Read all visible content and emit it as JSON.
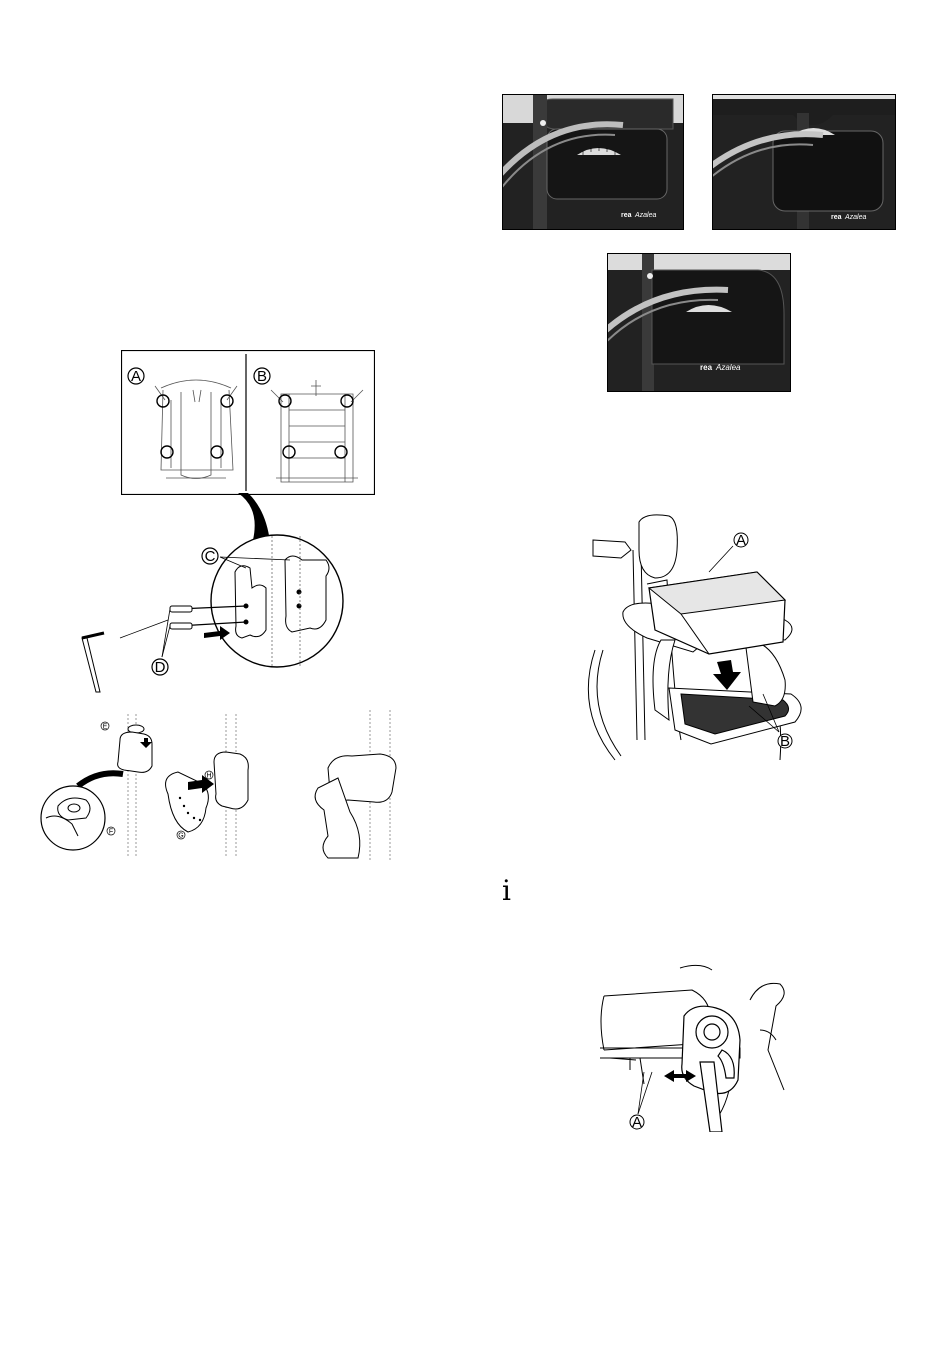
{
  "brand": {
    "logo": "rea",
    "model": "Azalea"
  },
  "frame_fig": {
    "label_a": "A",
    "label_b": "B",
    "label_c": "C",
    "label_d": "D"
  },
  "armrest_fig": {
    "label_e": "E",
    "label_f": "F",
    "label_g": "G",
    "label_h": "H"
  },
  "cushion_fig": {
    "label_a": "A",
    "label_b": "B"
  },
  "info_icon": {
    "glyph": "i",
    "icon": "info-icon"
  },
  "bracket_fig": {
    "label_a": "A"
  }
}
